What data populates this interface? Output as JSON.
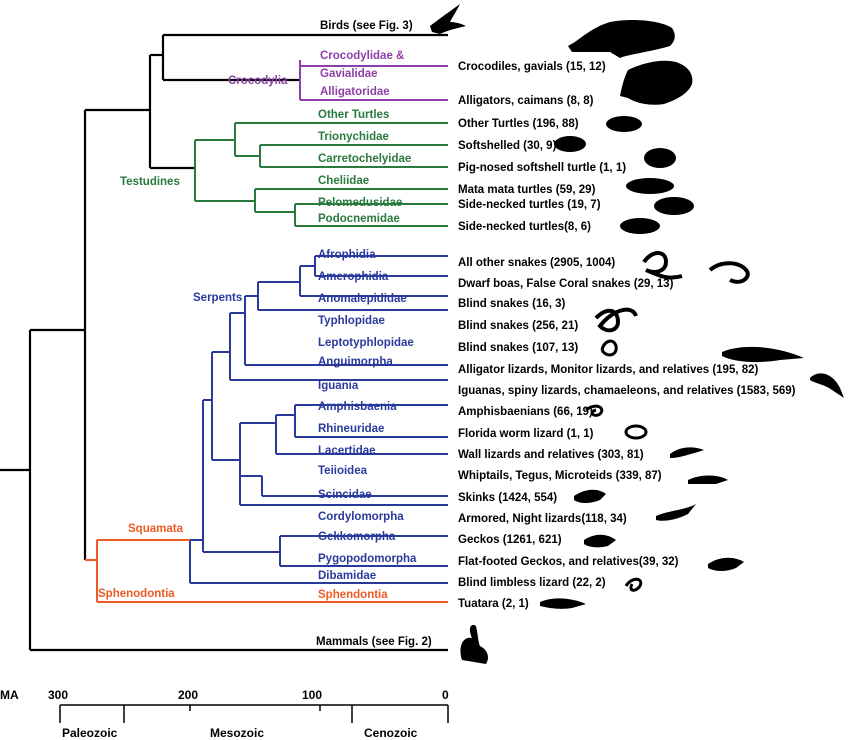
{
  "colors": {
    "black": "#000000",
    "crocodylia": "#8e3fa8",
    "testudines": "#2a7a3e",
    "squamata_blue": "#2a3a9c",
    "squamata_orange": "#ee5a24"
  },
  "outgroups": {
    "birds": "Birds (see Fig. 3)",
    "mammals": "Mammals (see Fig. 2)"
  },
  "clades": {
    "crocodylia": "Crocodylia",
    "testudines": "Testudines",
    "serpents": "Serpents",
    "squamata": "Squamata",
    "sphenodontia": "Sphenodontia"
  },
  "taxa": [
    {
      "name": "Crocodylidae &",
      "color": "crocodylia"
    },
    {
      "name": "Gavialidae",
      "color": "crocodylia"
    },
    {
      "name": "Alligatoridae",
      "color": "crocodylia"
    },
    {
      "name": "Other Turtles",
      "color": "testudines"
    },
    {
      "name": "Trionychidae",
      "color": "testudines"
    },
    {
      "name": "Carretochelyidae",
      "color": "testudines"
    },
    {
      "name": "Cheliidae",
      "color": "testudines"
    },
    {
      "name": "Pelomedusidae",
      "color": "testudines"
    },
    {
      "name": "Podocnemidae",
      "color": "testudines"
    },
    {
      "name": "Afrophidia",
      "color": "squamata_blue"
    },
    {
      "name": "Amerophidia",
      "color": "squamata_blue"
    },
    {
      "name": "Anomalepididae",
      "color": "squamata_blue"
    },
    {
      "name": "Typhlopidae",
      "color": "squamata_blue"
    },
    {
      "name": "Leptotyphlopidae",
      "color": "squamata_blue"
    },
    {
      "name": "Anguimorpha",
      "color": "squamata_blue"
    },
    {
      "name": "Iguania",
      "color": "squamata_blue"
    },
    {
      "name": "Amphisbaenia",
      "color": "squamata_blue"
    },
    {
      "name": "Rhineuridae",
      "color": "squamata_blue"
    },
    {
      "name": "Lacertidae",
      "color": "squamata_blue"
    },
    {
      "name": "Teiioidea",
      "color": "squamata_blue"
    },
    {
      "name": "Scincidae",
      "color": "squamata_blue"
    },
    {
      "name": "Cordylomorpha",
      "color": "squamata_blue"
    },
    {
      "name": "Gekkomorpha",
      "color": "squamata_blue"
    },
    {
      "name": "Pygopodomorpha",
      "color": "squamata_blue"
    },
    {
      "name": "Dibamidae",
      "color": "squamata_blue"
    },
    {
      "name": "Sphendontia",
      "color": "squamata_orange"
    }
  ],
  "descriptions": [
    "Crocodiles, gavials (15, 12)",
    "Alligators, caimans (8, 8)",
    "Other Turtles (196, 88)",
    "Softshelled (30, 9)",
    "Pig-nosed softshell turtle (1, 1)",
    "Mata mata turtles (59, 29)",
    "Side-necked turtles (19, 7)",
    "Side-necked turtles(8, 6)",
    "All other snakes (2905, 1004)",
    "Dwarf boas, False Coral snakes (29, 13)",
    "Blind snakes (16, 3)",
    "Blind snakes (256, 21)",
    "Blind snakes (107, 13)",
    "Alligator lizards, Monitor lizards, and relatives (195, 82)",
    "Iguanas, spiny lizards, chamaeleons, and relatives (1583, 569)",
    "Amphisbaenians (66, 19)",
    "Florida worm lizard (1, 1)",
    "Wall lizards and relatives (303, 81)",
    "Whiptails, Tegus, Microteids (339, 87)",
    "Skinks (1424, 554)",
    "Armored, Night lizards(118, 34)",
    "Geckos (1261, 621)",
    "Flat-footed Geckos, and relatives(39, 32)",
    "Blind limbless lizard (22, 2)",
    "Tuatara (2, 1)"
  ],
  "axis": {
    "unit": "MA",
    "ticks": [
      "300",
      "200",
      "100",
      "0"
    ],
    "eras": [
      "Paleozoic",
      "Mesozoic",
      "Cenozoic"
    ]
  },
  "silhouettes": [
    "bird-icon",
    "crocodile-icon",
    "alligator-icon",
    "turtle-icon",
    "softshell-turtle-icon",
    "pig-nosed-turtle-icon",
    "mata-mata-turtle-icon",
    "side-necked-turtle-icon",
    "side-necked-turtle-icon",
    "snake-icon",
    "dwarf-boa-icon",
    "blind-snake-icon",
    "alligator-lizard-icon",
    "iguana-icon",
    "amphisbaenian-icon",
    "worm-lizard-icon",
    "wall-lizard-icon",
    "whiptail-icon",
    "skink-icon",
    "armored-lizard-icon",
    "gecko-icon",
    "flat-footed-gecko-icon",
    "blind-lizard-icon",
    "tuatara-icon",
    "rabbit-icon"
  ]
}
